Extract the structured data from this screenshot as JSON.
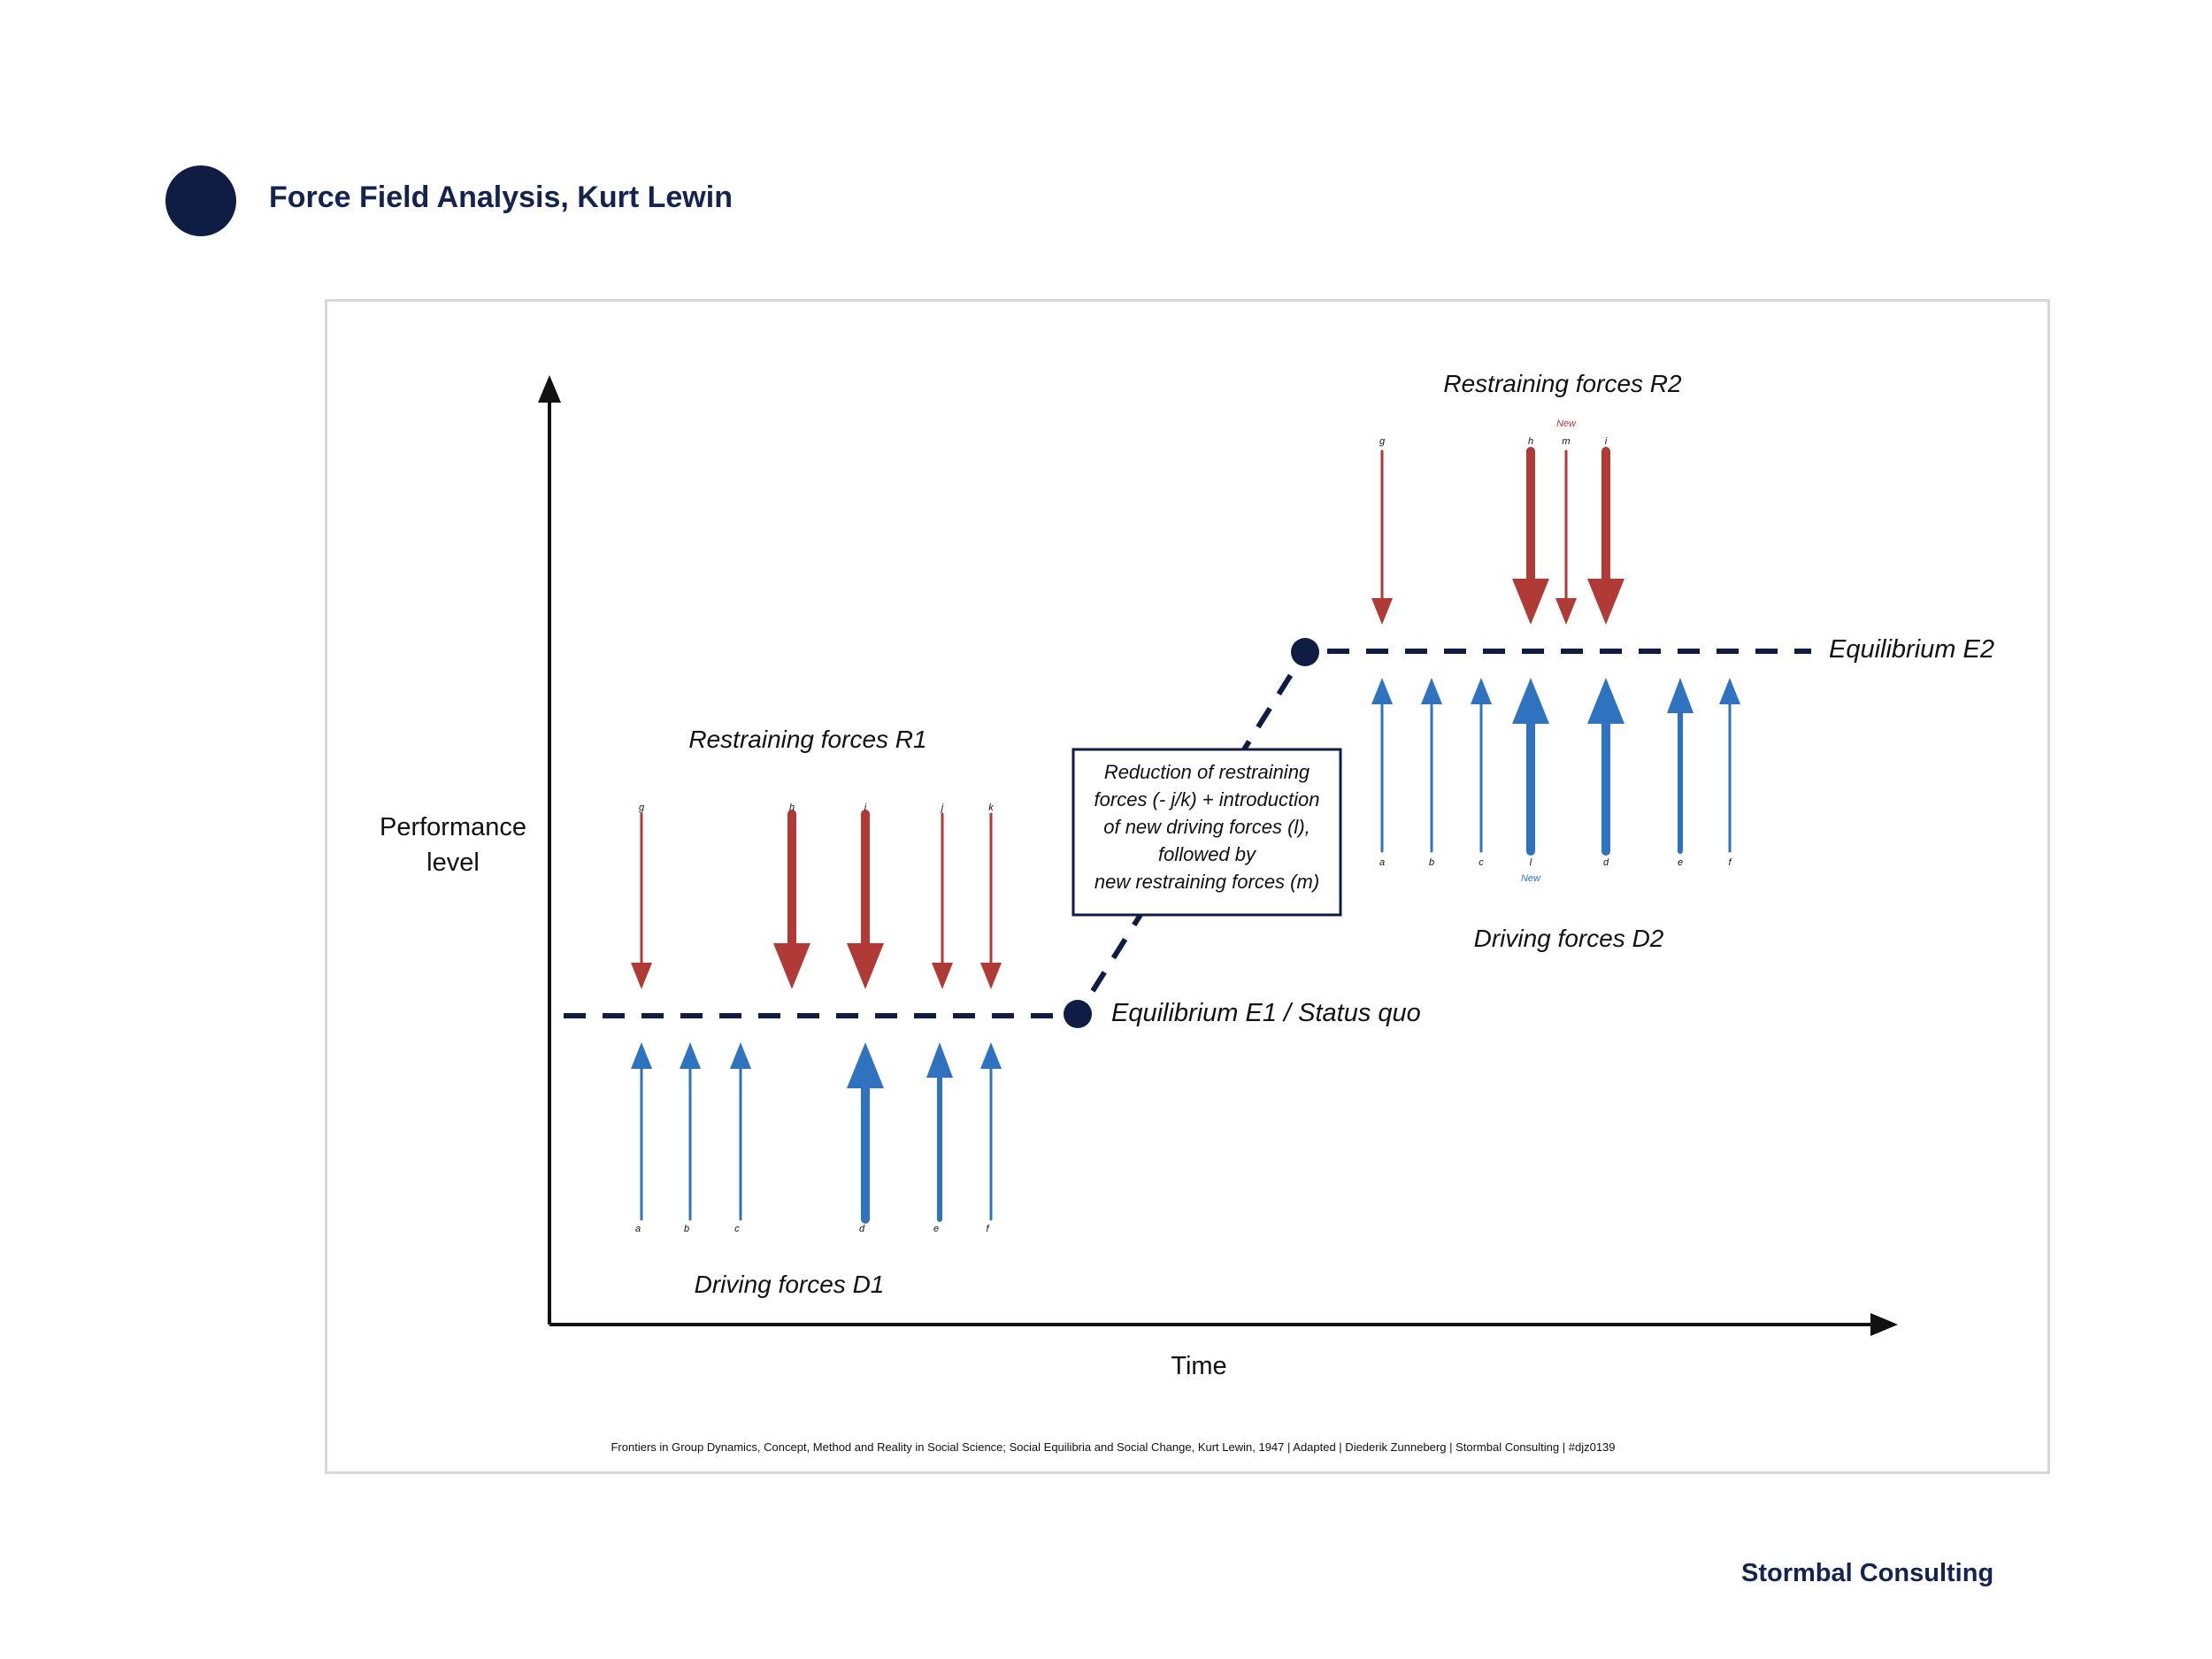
{
  "header": {
    "title": "Force Field Analysis, Kurt Lewin"
  },
  "footer": {
    "brand": "Stormbal Consulting"
  },
  "diagram": {
    "y_axis_label": [
      "Performance",
      "level"
    ],
    "x_axis_label": "Time",
    "restraining_r1_label": "Restraining forces R1",
    "driving_d1_label": "Driving forces D1",
    "restraining_r2_label": "Restraining forces R2",
    "driving_d2_label": "Driving forces D2",
    "equilibrium_e1_label": "Equilibrium E1 / Status quo",
    "equilibrium_e2_label": "Equilibrium E2",
    "transition_note": [
      "Reduction of restraining",
      "forces (- j/k) + introduction",
      "of new driving forces (l),",
      "followed by",
      "new restraining forces (m)"
    ],
    "new_tag": "New",
    "source_note": "Frontiers in Group Dynamics, Concept, Method and Reality in Social Science; Social Equilibria and Social Change, Kurt Lewin, 1947 |  Adapted | Diederik Zunneberg | Stormbal Consulting | #djz0139",
    "r1_forces": [
      {
        "letter": "g",
        "strength": "thin"
      },
      {
        "letter": "h",
        "strength": "thick"
      },
      {
        "letter": "i",
        "strength": "thick"
      },
      {
        "letter": "j",
        "strength": "thin"
      },
      {
        "letter": "k",
        "strength": "thin"
      }
    ],
    "d1_forces": [
      {
        "letter": "a",
        "strength": "thin"
      },
      {
        "letter": "b",
        "strength": "thin"
      },
      {
        "letter": "c",
        "strength": "thin"
      },
      {
        "letter": "d",
        "strength": "thick"
      },
      {
        "letter": "e",
        "strength": "medium"
      },
      {
        "letter": "f",
        "strength": "thin"
      }
    ],
    "r2_forces": [
      {
        "letter": "g",
        "strength": "thin"
      },
      {
        "letter": "h",
        "strength": "thick"
      },
      {
        "letter": "m",
        "strength": "thin",
        "new": true
      },
      {
        "letter": "i",
        "strength": "thick"
      }
    ],
    "d2_forces": [
      {
        "letter": "a",
        "strength": "thin"
      },
      {
        "letter": "b",
        "strength": "thin"
      },
      {
        "letter": "c",
        "strength": "thin"
      },
      {
        "letter": "l",
        "strength": "thick",
        "new": true
      },
      {
        "letter": "d",
        "strength": "thick"
      },
      {
        "letter": "e",
        "strength": "medium"
      },
      {
        "letter": "f",
        "strength": "thin"
      }
    ],
    "colors": {
      "restraining": "#b03a35",
      "driving": "#2f72bf",
      "equilibrium": "#0f1d45",
      "title": "#14234f"
    }
  }
}
